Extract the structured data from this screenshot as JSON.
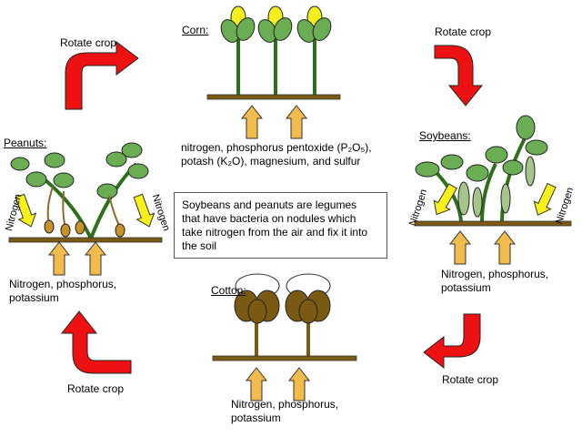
{
  "stages": {
    "corn": {
      "title": "Corn:",
      "nutrients_line1": "nitrogen, phosphorus pentoxide (P₂O₅),",
      "nutrients_line2": "potash (K₂O), magnesium, and sulfur"
    },
    "soybeans": {
      "title": "Soybeans:",
      "nutrients_line1": "Nitrogen, phosphorus,",
      "nutrients_line2": "potassium",
      "fixation_label": "Nitrogen"
    },
    "cotton": {
      "title": "Cotton:",
      "nutrients_line1": "Nitrogen, phosphorus,",
      "nutrients_line2": "potassium"
    },
    "peanuts": {
      "title": "Peanuts:",
      "nutrients_line1": "Nitrogen, phosphorus,",
      "nutrients_line2": "potassium",
      "fixation_label": "Nitrogen"
    }
  },
  "rotation_label": "Rotate crop",
  "legume_note": {
    "line1": "Soybeans and peanuts are legumes",
    "line2": "that have bacteria on nodules which",
    "line3": "take nitrogen from the air and fix it into",
    "line4": "the soil"
  },
  "colors": {
    "rotate_arrow": "#ee1111",
    "nutrient_arrow": "#f2bc4c",
    "nitrogen_arrow": "#f7f01a",
    "stem": "#2e6f1c",
    "leaf": "#6aad53",
    "soil": "#7b5a16",
    "corn_cob": "#f4ee1c",
    "cotton_boll": "#7a5a12",
    "pod": "#a5c58a",
    "peanut": "#c8922a"
  }
}
